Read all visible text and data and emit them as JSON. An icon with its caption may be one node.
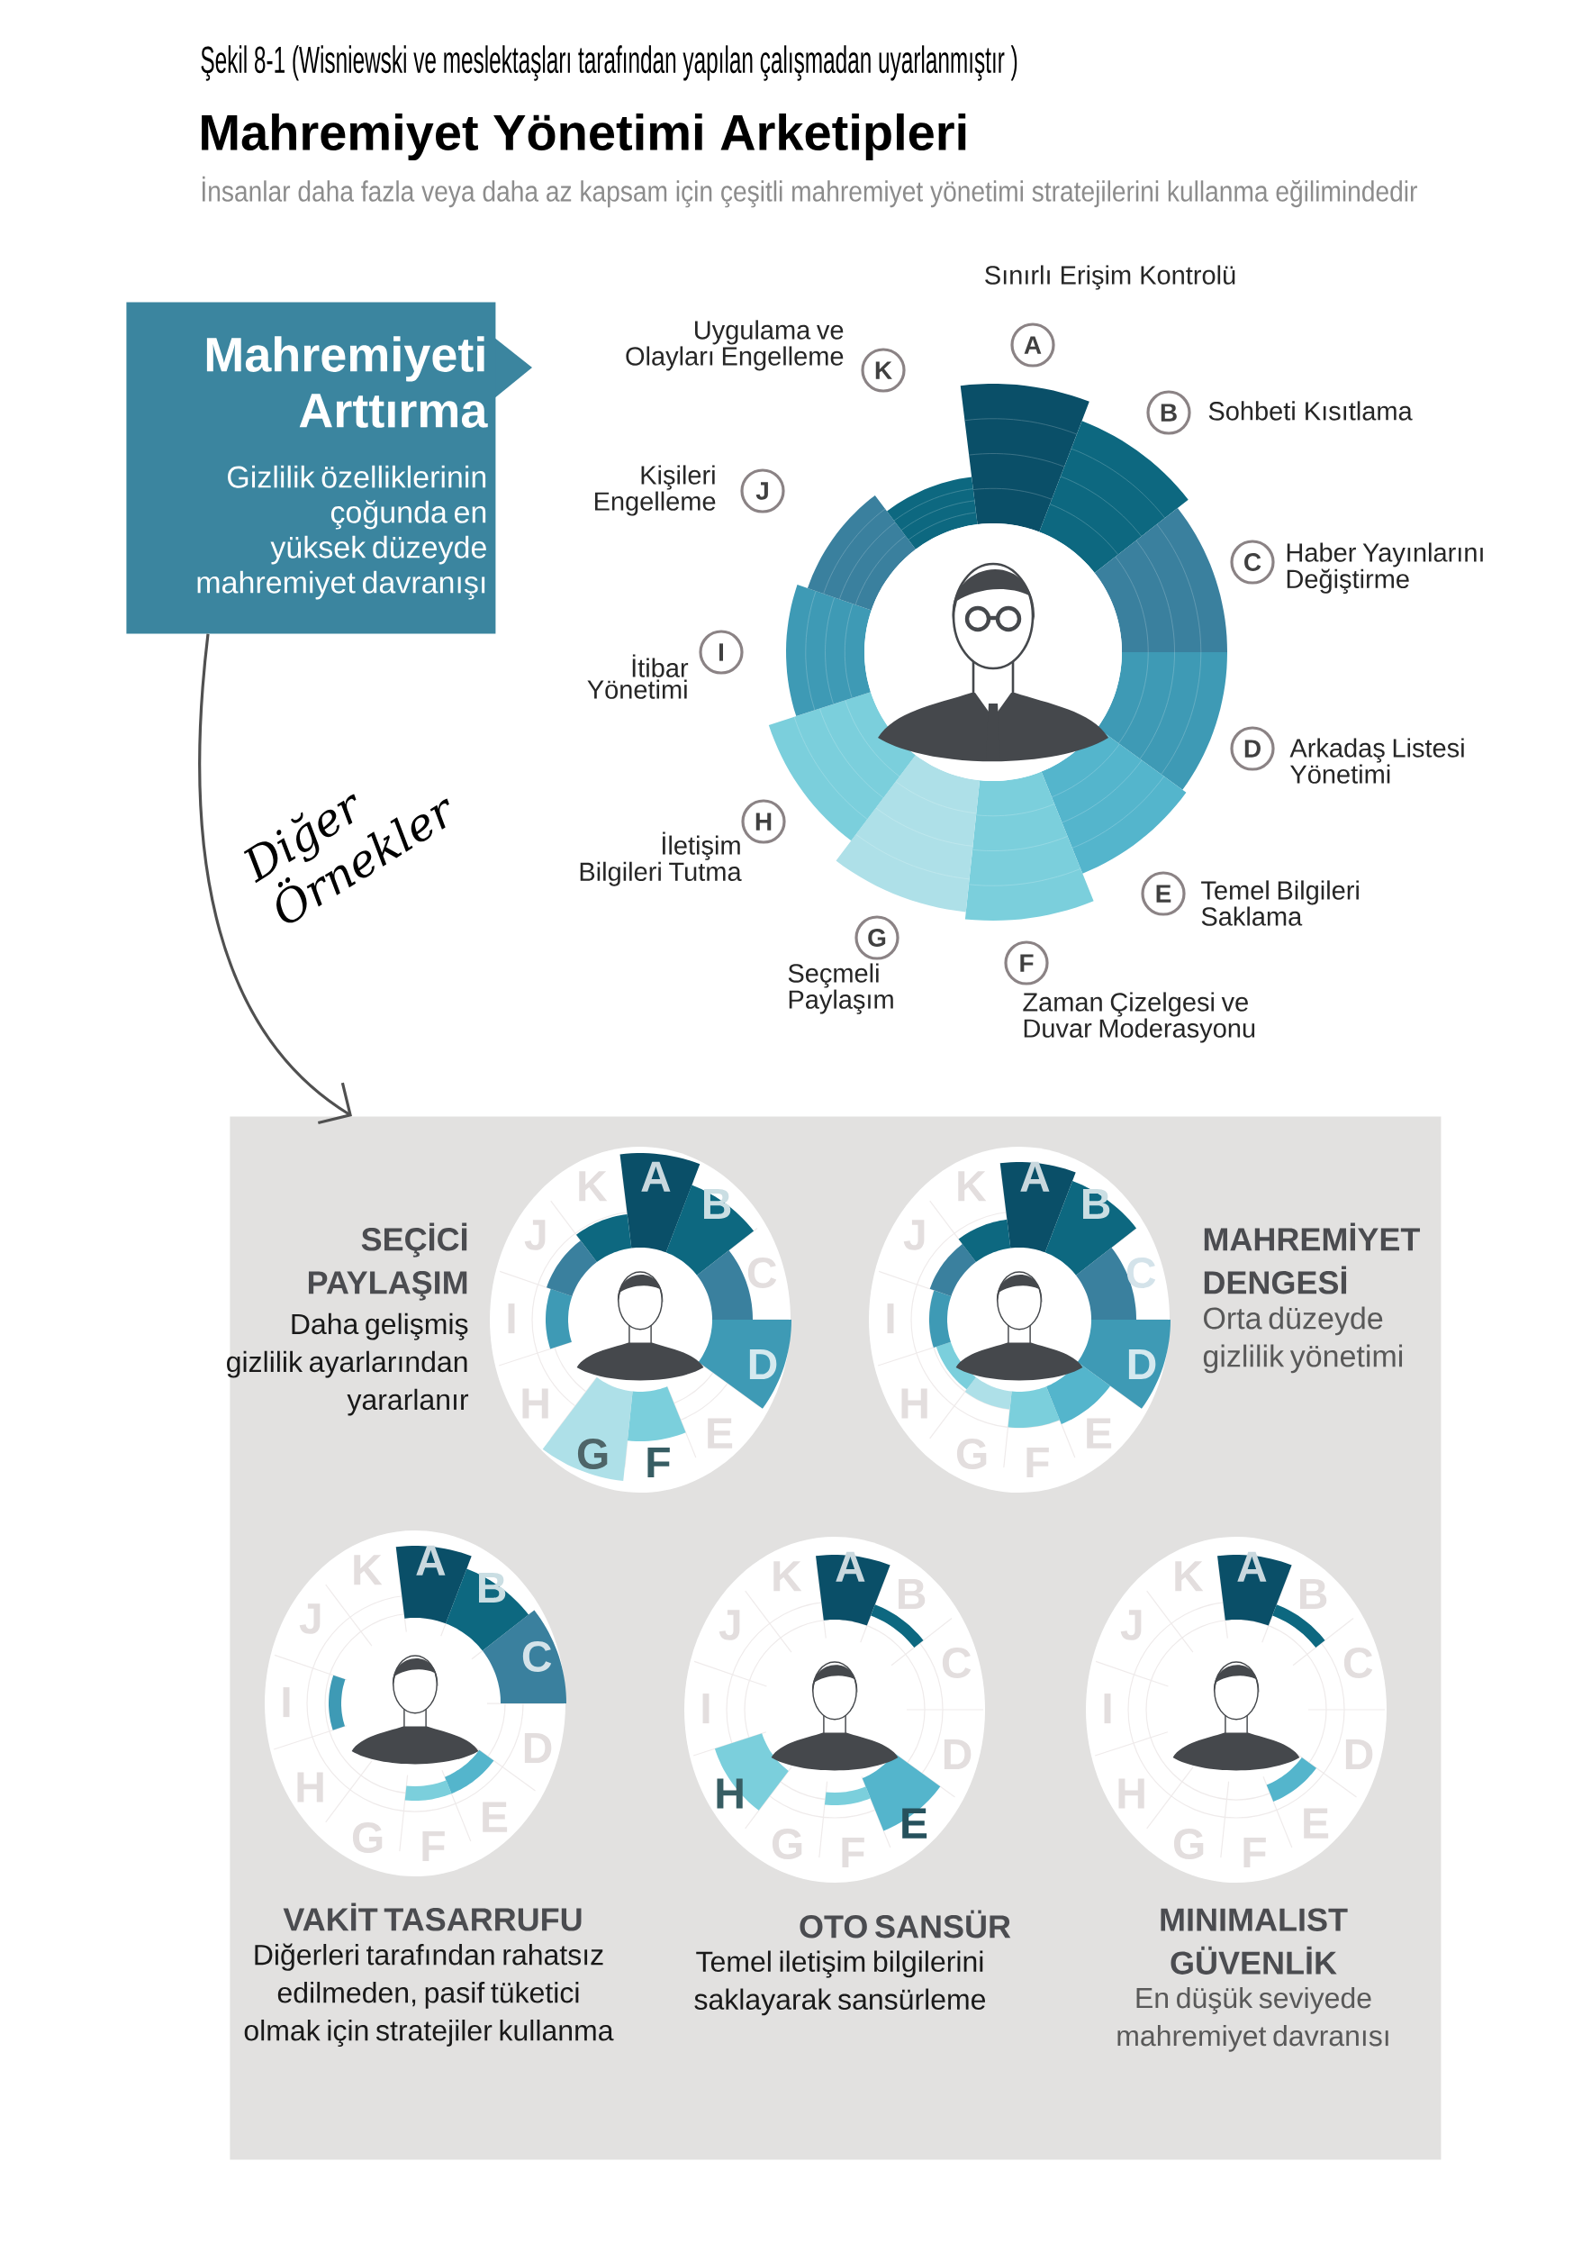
{
  "diagram": {
    "title": "Mahremiyet Yönetimi Arketipleri",
    "caption": "Şekil 8-1 (Wisniewski ve meslektaşları tarafından yapılan çalışmadan uyarlanmıştır )",
    "nodes": [
      {
        "text": [
          "Mahremiyeti Arttırma",
          "Gizlilik özelliklerinin çoğunda en yüksek düzeyde mahremiyet davranışı"
        ]
      },
      {
        "text": [
          "A"
        ],
        "beside": [
          "Sınırlı Erişim Kontrolü"
        ]
      },
      {
        "text": [
          "B"
        ],
        "beside": [
          "Sohbeti Kısıtlama"
        ]
      },
      {
        "text": [
          "C"
        ],
        "beside": [
          "Haber Yayınlarını Değiştirme"
        ]
      },
      {
        "text": [
          "D"
        ],
        "beside": [
          "Arkadaş Listesi Yönetimi"
        ]
      },
      {
        "text": [
          "E"
        ],
        "beside": [
          "Temel Bilgileri Saklama"
        ]
      },
      {
        "text": [
          "F"
        ],
        "beside": [
          "Zaman Çizelgesi ve Duvar Moderasyonu"
        ]
      },
      {
        "text": [
          "G"
        ],
        "beside": [
          "Seçmeli Paylaşım"
        ]
      },
      {
        "text": [
          "H"
        ],
        "beside": [
          "İletişim Bilgileri Tutma"
        ]
      },
      {
        "text": [
          "I"
        ],
        "beside": [
          "İtibar Yönetimi"
        ]
      },
      {
        "text": [
          "J"
        ],
        "beside": [
          "Kişileri Engelleme"
        ]
      },
      {
        "text": [
          "K"
        ],
        "beside": [
          "Uygulama ve Olayları Engelleme"
        ]
      },
      {
        "text": [],
        "shape": "box"
      },
      {
        "text": [
          "SEÇİCİ PAYLAŞIM",
          "Daha gelişmiş gizlilik ayarlarından yararlanır"
        ],
        "in": 12
      },
      {
        "text": [
          "MAHREMİYET DENGESİ",
          "Orta düzeyde gizlilik yönetimi"
        ],
        "in": 12
      },
      {
        "text": [
          "VAKİT TASARRUFU",
          "Diğerleri tarafından rahatsız edilmeden, pasif tüketici olmak için stratejiler kullanma"
        ],
        "in": 12
      },
      {
        "text": [
          "OTO SANSÜR",
          "Temel iletişim bilgilerini saklayarak sansürleme"
        ],
        "in": 12
      },
      {
        "text": [
          "MINIMALIST GÜVENLİK",
          "En düşük seviyede mahremiyet davranısı"
        ],
        "in": 12
      }
    ],
    "edges": [
      {
        "from": 0,
        "to": 12,
        "arrow": "to",
        "label": "Diğer Örnekler"
      }
    ],
    "labels": [
      "İnsanlar daha fazla veya daha az kapsam için çeşitli mahremiyet yönetimi stratejilerini kullanma eğilimindedir",
      "A",
      "B",
      "C",
      "D",
      "E",
      "F",
      "G",
      "H",
      "I",
      "J",
      "K",
      "A",
      "B",
      "C",
      "D",
      "E",
      "F",
      "G",
      "H",
      "I",
      "J",
      "K",
      "A",
      "B",
      "C",
      "D",
      "E",
      "F",
      "G",
      "H",
      "I",
      "J",
      "K",
      "A",
      "B",
      "C",
      "D",
      "E",
      "F",
      "G",
      "H",
      "I",
      "J",
      "K",
      "A",
      "B",
      "C",
      "D",
      "E",
      "F",
      "G",
      "H",
      "I",
      "J",
      "K"
    ]
  }
}
